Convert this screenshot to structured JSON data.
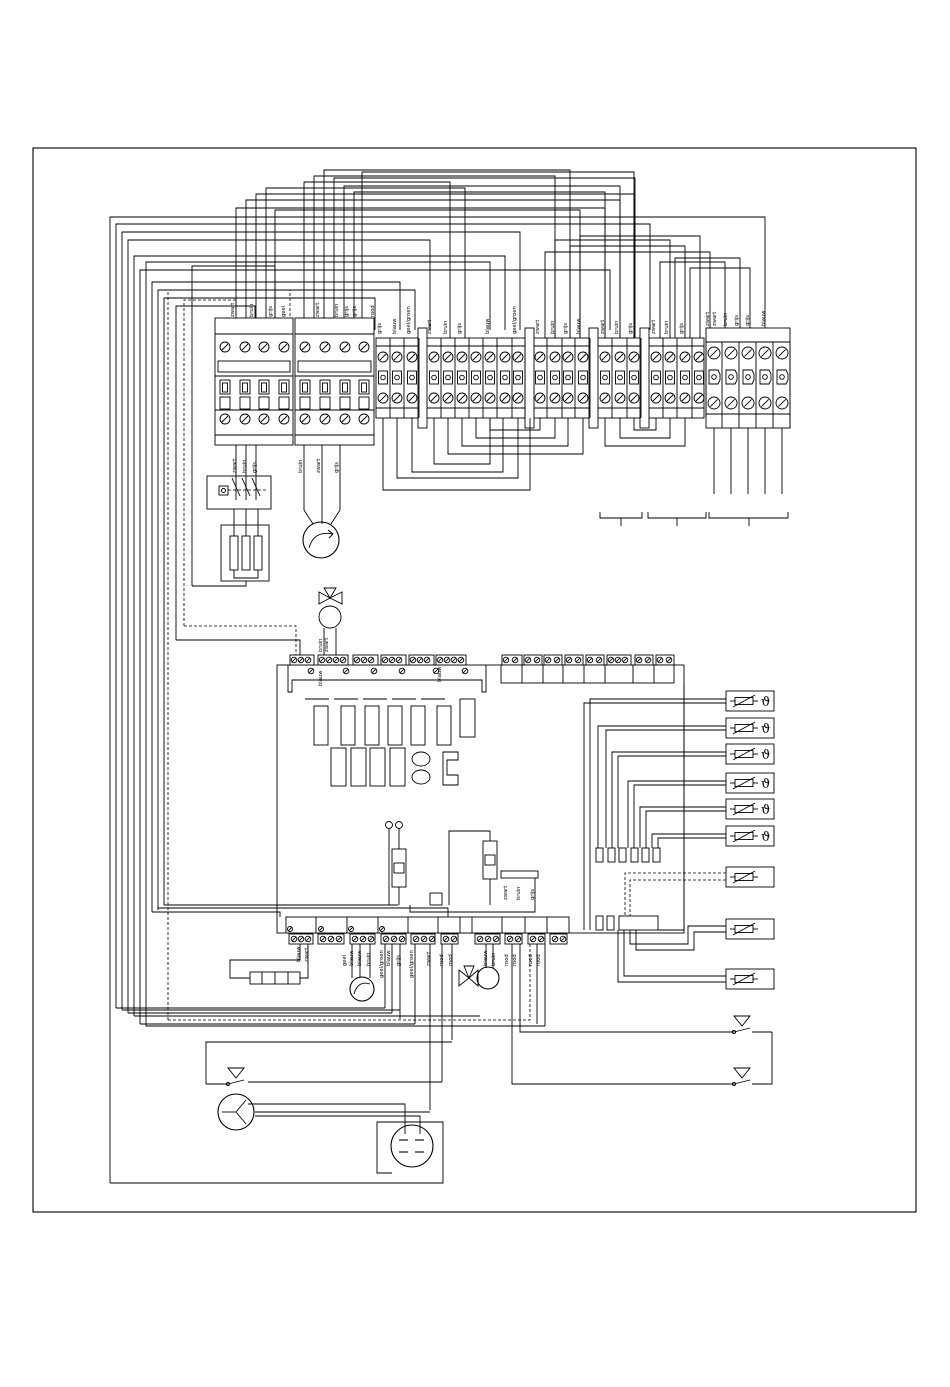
{
  "wire_colors": {
    "zwart": "zwart",
    "bruin": "bruin",
    "grijs": "grijs",
    "blauw": "blauw",
    "geel_groen": "geel/groen",
    "geel": "geel",
    "rood": "rood"
  },
  "symbols": {
    "theta": "ϑ",
    "sensor": "sensor-resistor-icon",
    "fan": "fan-motor-icon",
    "pump": "pump-motor-icon",
    "valve": "three-way-valve-icon",
    "pressure_switch": "pressure-switch-icon",
    "transformer": "ignition-transformer-icon"
  },
  "colors": {
    "line": "#000000",
    "background": "#ffffff"
  }
}
